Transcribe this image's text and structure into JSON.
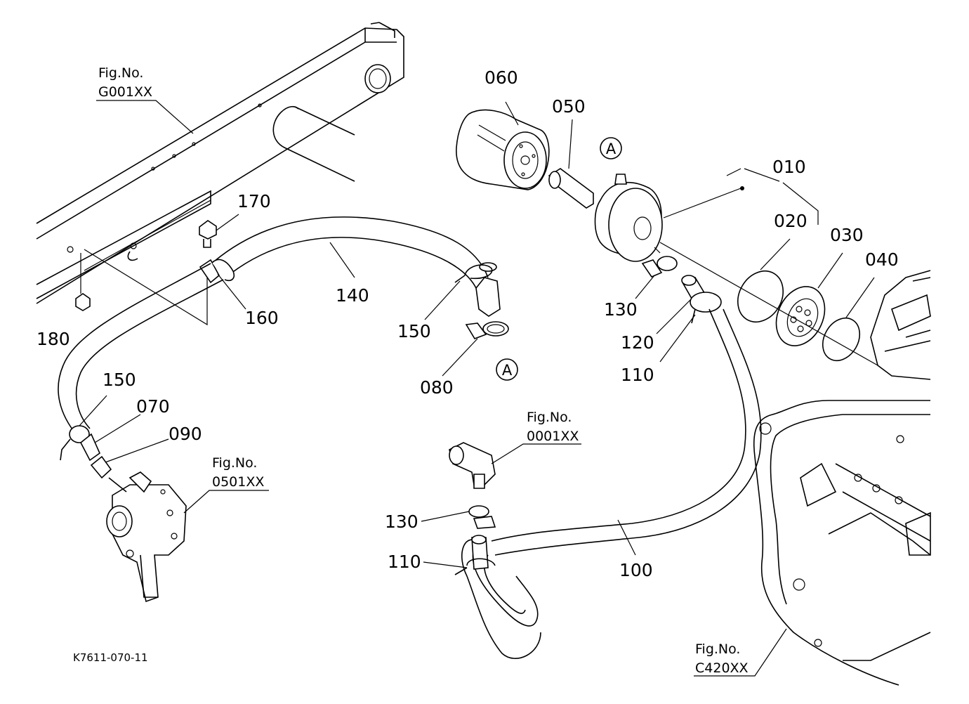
{
  "diagram": {
    "doc_code": "K7611-070-11",
    "fig_refs": [
      {
        "id": "g001",
        "line1": "Fig.No.",
        "line2": "G001XX"
      },
      {
        "id": "0501",
        "line1": "Fig.No.",
        "line2": "0501XX"
      },
      {
        "id": "0001",
        "line1": "Fig.No.",
        "line2": "0001XX"
      },
      {
        "id": "c420",
        "line1": "Fig.No.",
        "line2": "C420XX"
      }
    ],
    "callouts": {
      "p060": "060",
      "p050": "050",
      "p010": "010",
      "p020": "020",
      "p030": "030",
      "p040": "040",
      "p170": "170",
      "p140": "140",
      "p160": "160",
      "p180": "180",
      "p150a": "150",
      "p150b": "150",
      "p080": "080",
      "p130a": "130",
      "p120": "120",
      "p110a": "110",
      "p070": "070",
      "p090": "090",
      "p130b": "130",
      "p110b": "110",
      "p100": "100"
    },
    "markers": {
      "a_top": "A",
      "a_bottom": "A"
    }
  }
}
